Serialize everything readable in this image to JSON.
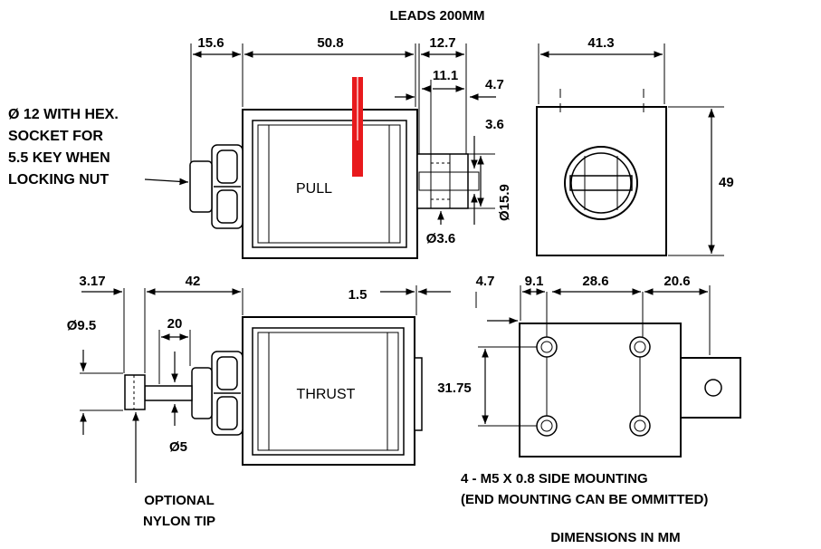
{
  "title": "LEADS 200MM",
  "footer": "DIMENSIONS IN MM",
  "labels": {
    "hex_socket_1": "Ø 12 WITH HEX.",
    "hex_socket_2": "SOCKET FOR",
    "hex_socket_3": "5.5 KEY WHEN",
    "hex_socket_4": "LOCKING NUT",
    "pull": "PULL",
    "thrust": "THRUST",
    "nylon_1": "OPTIONAL",
    "nylon_2": "NYLON TIP",
    "mounting_1": "4 - M5 X 0.8 SIDE MOUNTING",
    "mounting_2": "(END MOUNTING CAN BE OMMITTED)"
  },
  "dimensions": {
    "d15_6": "15.6",
    "d50_8": "50.8",
    "d12_7": "12.7",
    "d11_1": "11.1",
    "d4_7_top": "4.7",
    "d3_6": "3.6",
    "d15_9": "Ø15.9",
    "d3_6_dia": "Ø3.6",
    "d41_3": "41.3",
    "d49": "49",
    "d3_17": "3.17",
    "d42": "42",
    "d1_5": "1.5",
    "d9_5": "Ø9.5",
    "d20": "20",
    "d5": "Ø5",
    "d4_7_bottom": "4.7",
    "d9_1": "9.1",
    "d28_6": "28.6",
    "d20_6": "20.6",
    "d31_75": "31.75"
  },
  "colors": {
    "lead_wire": "#e8191c",
    "ink": "#000000"
  }
}
